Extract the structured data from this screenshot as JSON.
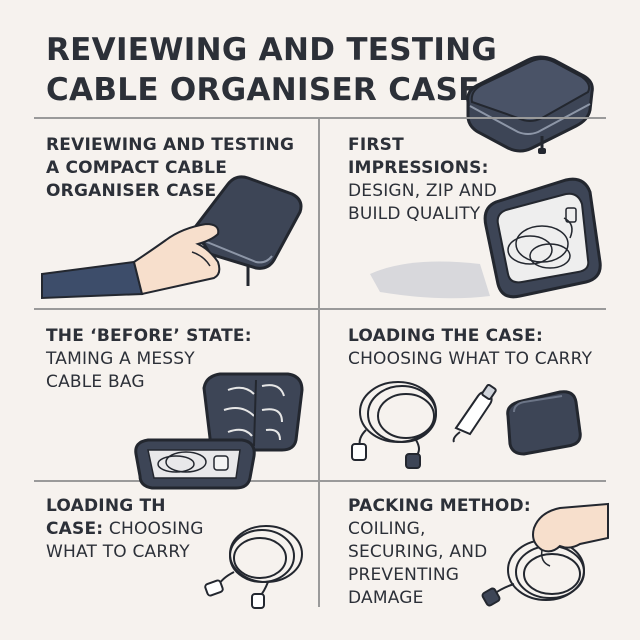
{
  "title": {
    "line1": "REVIEWING AND TESTING",
    "line2": "CABLE ORGANISER CASE"
  },
  "panels": {
    "intro": {
      "line1": "REVIEWING AND TESTING",
      "line2": "A COMPACT CABLE",
      "line3": "ORGANISER CASE",
      "art_icon": "hand-holding-case-icon"
    },
    "first_impressions": {
      "heading1": "FIRST",
      "heading2": "IMPRESSIONS:",
      "body1": "DESIGN, ZIP AND",
      "body2": "BUILD QUALITY",
      "art_icon": "open-case-with-cable-icon"
    },
    "before_state": {
      "heading": "THE ‘BEFORE’ STATE:",
      "body1": "TAMING A MESSY",
      "body2": "CABLE BAG",
      "art_icon": "open-case-compartments-icon"
    },
    "loading_case": {
      "heading": "LOADING THE CASE:",
      "body": "CHOOSING WHAT TO CARRY",
      "art_icons": [
        "coiled-usb-cable-icon",
        "usb-plug-icon",
        "power-adapter-icon"
      ]
    },
    "loading_case_2": {
      "heading1": "LOADING TH",
      "heading2": "CASE:",
      "body1": "CHOOSING",
      "body2": "WHAT TO CARRY",
      "art_icon": "coiled-cable-icon"
    },
    "packing_method": {
      "heading": "PACKING METHOD:",
      "body1": "COILING,",
      "body2": "SECURING, AND",
      "body3": "PREVENTING",
      "body4": "DAMAGE",
      "art_icon": "hand-coiling-cable-icon"
    }
  },
  "header_art_icon": "closed-case-icon",
  "colors": {
    "background": "#f6f2ee",
    "text": "#2c3038",
    "case_fill": "#3d4556",
    "case_outline": "#23272f",
    "divider": "#9a9a9a"
  }
}
